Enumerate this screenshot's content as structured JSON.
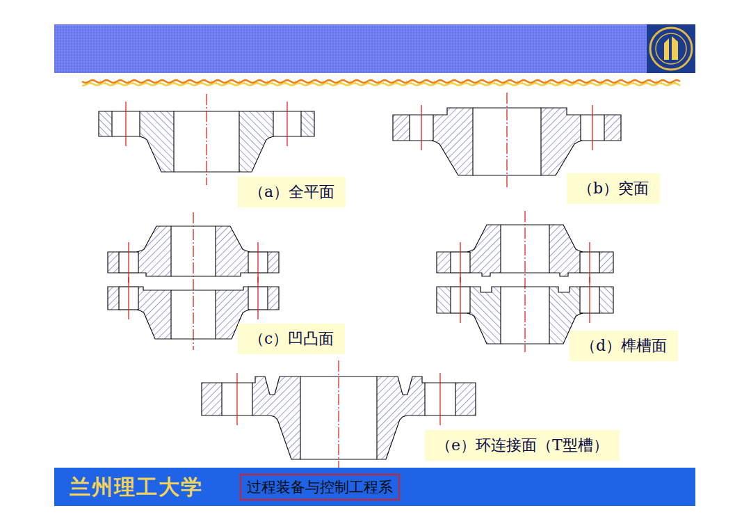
{
  "diagram": {
    "nodes": [
      {
        "text": [
          "（a）全平面"
        ]
      },
      {
        "text": [
          "（b）突面"
        ]
      },
      {
        "text": [
          "（c）凹凸面"
        ]
      },
      {
        "text": [
          "（d）榫槽面"
        ]
      },
      {
        "text": [
          "（e）环连接面（T型槽）"
        ]
      },
      {
        "text": [
          "兰州理工大学"
        ]
      },
      {
        "text": [
          "过程装备与控制工程系"
        ],
        "in": 5
      }
    ]
  }
}
